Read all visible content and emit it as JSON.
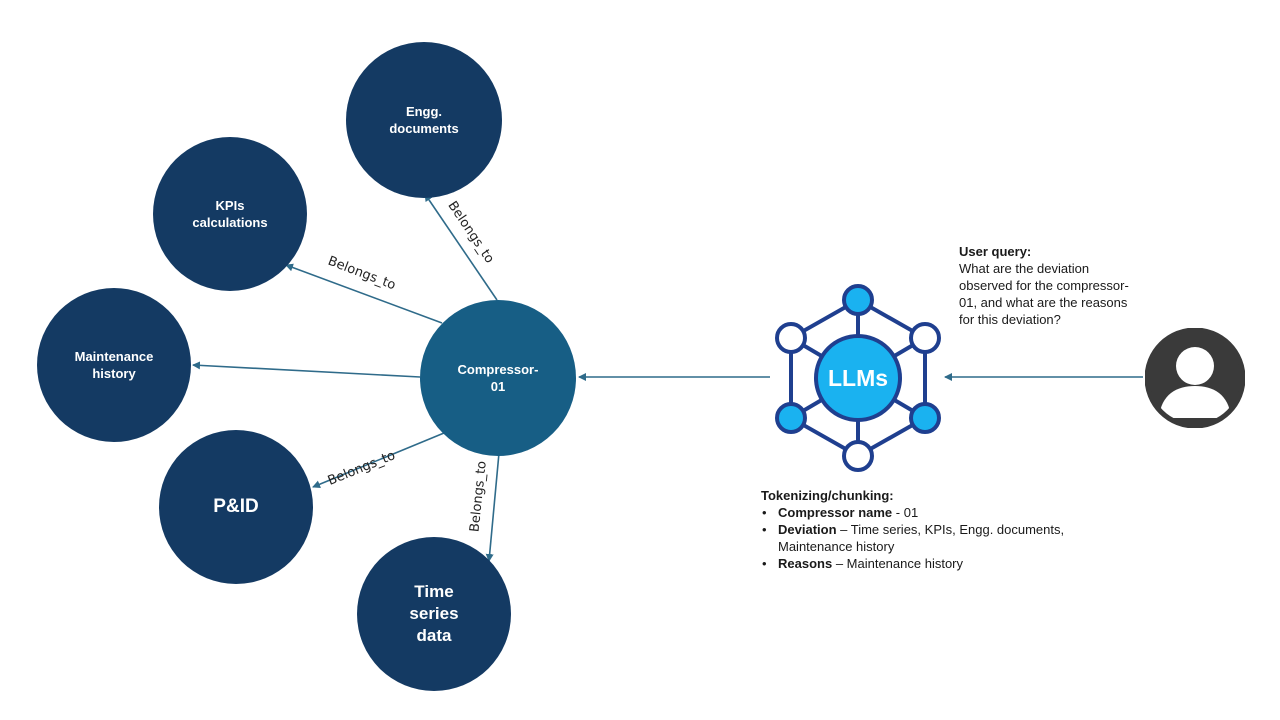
{
  "center_node": {
    "line1": "Compressor-",
    "line2": "01"
  },
  "nodes": {
    "engg_docs": {
      "line1": "Engg.",
      "line2": "documents"
    },
    "kpis": {
      "line1": "KPIs",
      "line2": "calculations"
    },
    "maintenance": {
      "line1": "Maintenance",
      "line2": "history"
    },
    "pid": {
      "line1": "P&ID"
    },
    "time_series": {
      "line1": "Time",
      "line2": "series",
      "line3": "data"
    }
  },
  "edge_labels": {
    "engg_docs": "Belongs_to",
    "kpis": "Belongs_to",
    "pid": "Belongs_to",
    "time_series": "Belongs_to"
  },
  "llm": {
    "label": "LLMs"
  },
  "user_query": {
    "title": "User query:",
    "text": "What are the deviation observed for the compressor-01, and what are the reasons for this deviation?"
  },
  "tokenizing": {
    "title": "Tokenizing/chunking:",
    "items": [
      {
        "bold": "Compressor name",
        "rest": " - 01"
      },
      {
        "bold": "Deviation",
        "rest": " – Time series, KPIs, Engg. documents, Maintenance history"
      },
      {
        "bold": "Reasons",
        "rest": " – Maintenance history"
      }
    ]
  },
  "colors": {
    "node_dark": "#143a63",
    "node_center": "#175e85",
    "arrow": "#2f6b8a",
    "llm_frame": "#1f3f8f",
    "llm_cyan": "#1ab2f0",
    "user_icon": "#3a3a3a"
  },
  "icons": {
    "user": "user-avatar-icon",
    "llm": "llm-network-icon"
  }
}
